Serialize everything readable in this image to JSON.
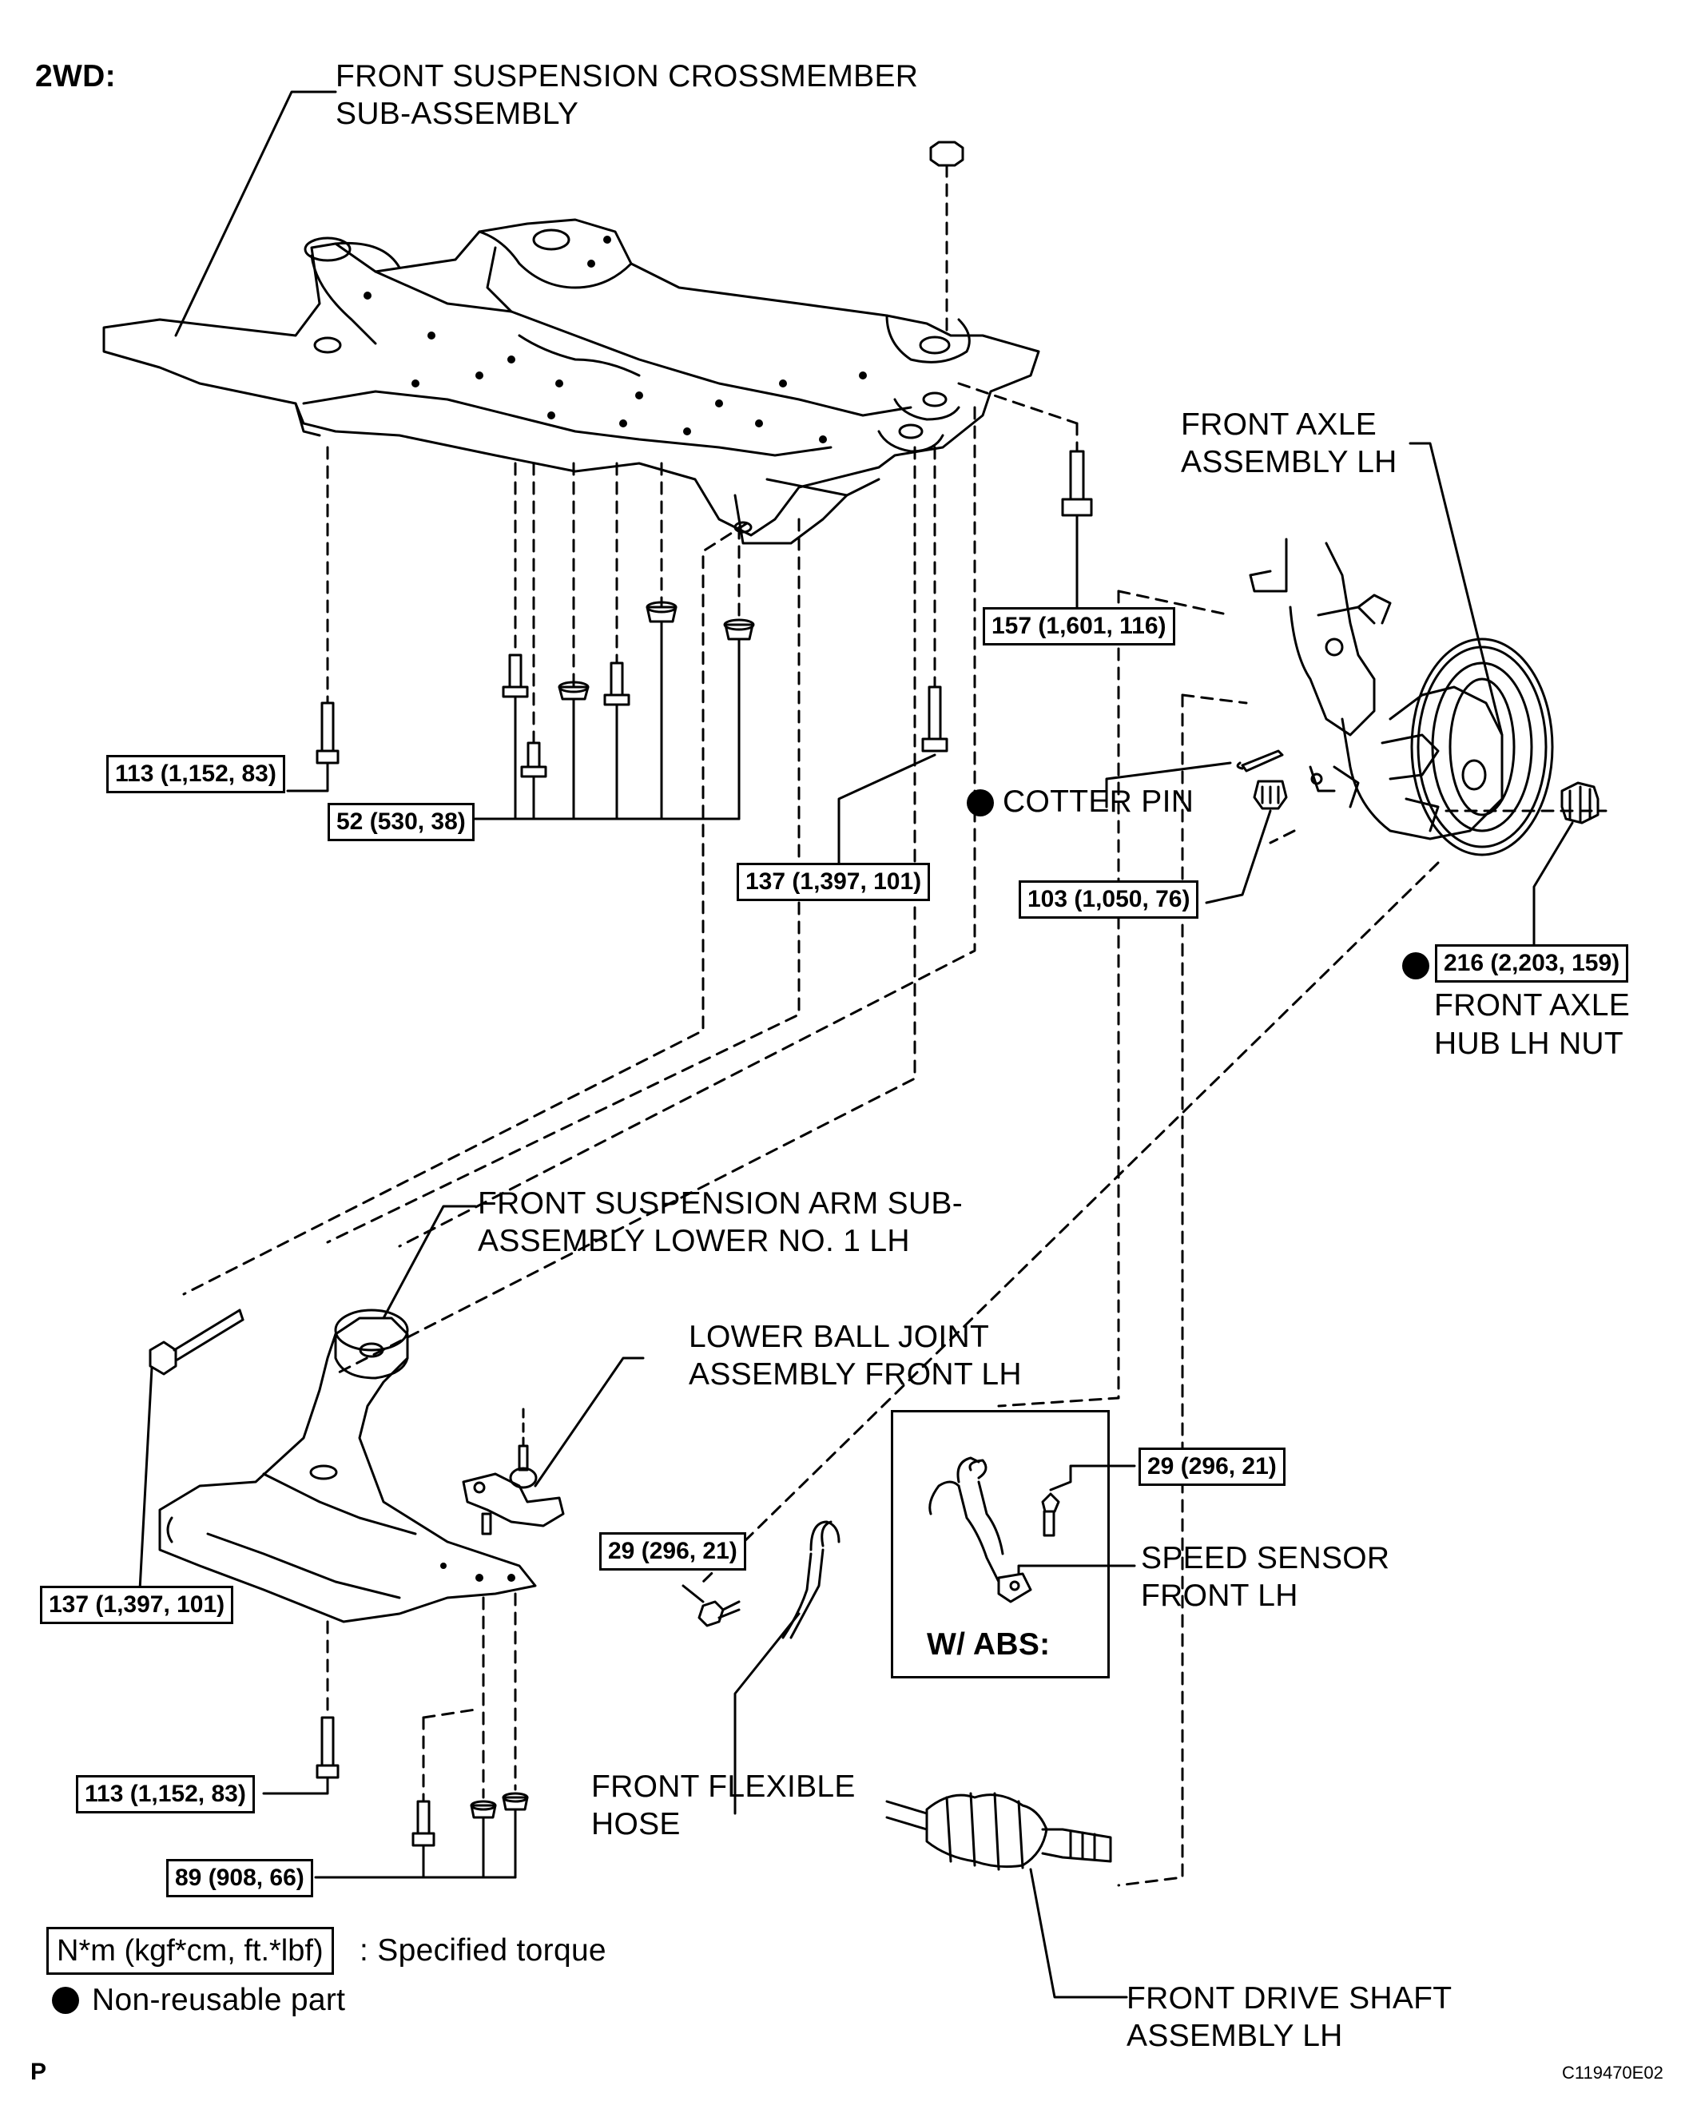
{
  "header": {
    "variant": "2WD:"
  },
  "parts": {
    "crossmember": [
      "FRONT SUSPENSION CROSSMEMBER",
      "SUB-ASSEMBLY"
    ],
    "front_axle": [
      "FRONT AXLE",
      "ASSEMBLY LH"
    ],
    "cotter_pin": "COTTER PIN",
    "axle_hub_nut": [
      "FRONT AXLE",
      "HUB LH NUT"
    ],
    "lower_arm": [
      "FRONT SUSPENSION ARM SUB-",
      "ASSEMBLY LOWER NO. 1 LH"
    ],
    "ball_joint": [
      "LOWER BALL JOINT",
      "ASSEMBLY FRONT LH"
    ],
    "speed_sensor": [
      "SPEED SENSOR",
      "FRONT LH"
    ],
    "abs_label": "W/ ABS:",
    "flexible_hose": [
      "FRONT FLEXIBLE",
      "HOSE"
    ],
    "drive_shaft": [
      "FRONT DRIVE SHAFT",
      "ASSEMBLY LH"
    ]
  },
  "torques": {
    "t157": "157 (1,601, 116)",
    "t113_upper": "113 (1,152, 83)",
    "t52": "52 (530, 38)",
    "t137_upper": "137 (1,397, 101)",
    "t103": "103 (1,050, 76)",
    "t216": "216 (2,203, 159)",
    "t137_lower": "137 (1,397, 101)",
    "t29_sensor": "29 (296, 21)",
    "t29_hose": "29 (296, 21)",
    "t113_lower": "113 (1,152, 83)",
    "t89": "89 (908, 66)"
  },
  "legend": {
    "torque_unit": "N*m (kgf*cm, ft.*lbf)",
    "torque_desc": ": Specified torque",
    "non_reusable": "Non-reusable part"
  },
  "footer": {
    "left_mark": "P",
    "figure_id": "C119470E02"
  }
}
